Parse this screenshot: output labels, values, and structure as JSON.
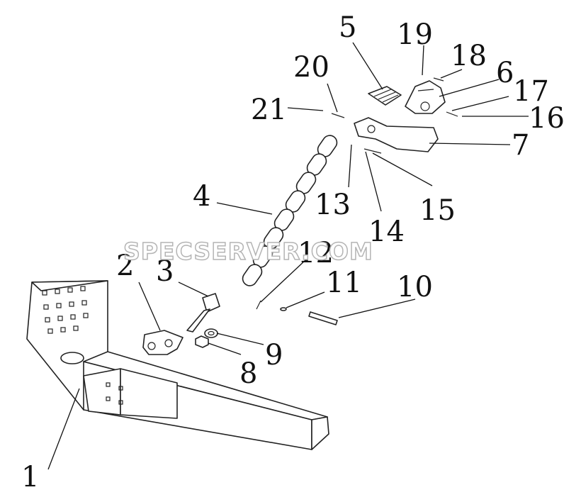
{
  "watermark": "SPECSERVER.COM",
  "callouts": [
    "1",
    "2",
    "3",
    "4",
    "5",
    "6",
    "7",
    "8",
    "9",
    "10",
    "11",
    "12",
    "13",
    "14",
    "15",
    "16",
    "17",
    "18",
    "19",
    "20",
    "21"
  ]
}
